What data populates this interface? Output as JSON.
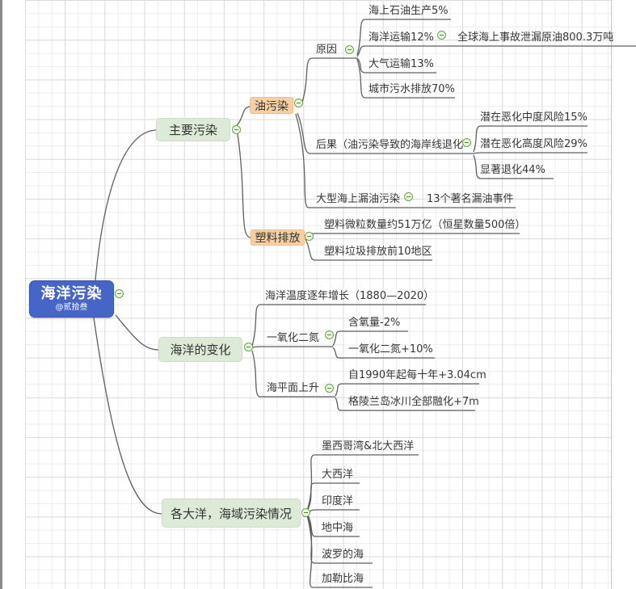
{
  "palette": {
    "root_bg": "#4765c6",
    "root_border": "#3a57b2",
    "root_text": "#ffffff",
    "branch_bg": "#dcead7",
    "branch_border": "#cadfc3",
    "subtopic_bg": "#f8cfa2",
    "subtopic_border": "#edbd8a",
    "connector_line": "#5f5f5f",
    "collapse_icon_green": "#64a63c",
    "grid_minor": "#ededed",
    "grid_major": "#dcdcdc",
    "text": "#363636"
  },
  "icons": {
    "collapse": "minus-circle"
  },
  "mindmap": {
    "root": {
      "label": "海洋污染",
      "author": "@贰拾叁",
      "children": [
        {
          "label": "主要污染",
          "children": [
            {
              "label": "油污染",
              "children": [
                {
                  "label": "原因",
                  "children": [
                    {
                      "label": "海上石油生产5%"
                    },
                    {
                      "label": "海洋运输12%",
                      "children": [
                        {
                          "label": "全球海上事故泄漏原油800.3万吨"
                        }
                      ]
                    },
                    {
                      "label": "大气运输13%"
                    },
                    {
                      "label": "城市污水排放70%"
                    }
                  ]
                },
                {
                  "label": "后果（油污染导致的海岸线退化",
                  "children": [
                    {
                      "label": "潜在恶化中度风险15%"
                    },
                    {
                      "label": "潜在恶化高度风险29%"
                    },
                    {
                      "label": "显著退化44%"
                    }
                  ]
                },
                {
                  "label": "大型海上漏油污染",
                  "children": [
                    {
                      "label": "13个著名漏油事件"
                    }
                  ]
                }
              ]
            },
            {
              "label": "塑料排放",
              "children": [
                {
                  "label": "塑料微粒数量约51万亿（恒星数量500倍）"
                },
                {
                  "label": "塑料垃圾排放前10地区"
                }
              ]
            }
          ]
        },
        {
          "label": "海洋的变化",
          "children": [
            {
              "label": "海洋温度逐年增长（1880—2020）"
            },
            {
              "label": "一氧化二氮",
              "children": [
                {
                  "label": "含氧量-2%"
                },
                {
                  "label": "一氧化二氮+10%"
                }
              ]
            },
            {
              "label": "海平面上升",
              "children": [
                {
                  "label": "自1990年起每十年+3.04cm"
                },
                {
                  "label": "格陵兰岛冰川全部融化+7m"
                }
              ]
            }
          ]
        },
        {
          "label": "各大洋，海域污染情况",
          "children": [
            {
              "label": "墨西哥湾&北大西洋"
            },
            {
              "label": "大西洋"
            },
            {
              "label": "印度洋"
            },
            {
              "label": "地中海"
            },
            {
              "label": "波罗的海"
            },
            {
              "label": "加勒比海"
            }
          ]
        }
      ]
    }
  }
}
